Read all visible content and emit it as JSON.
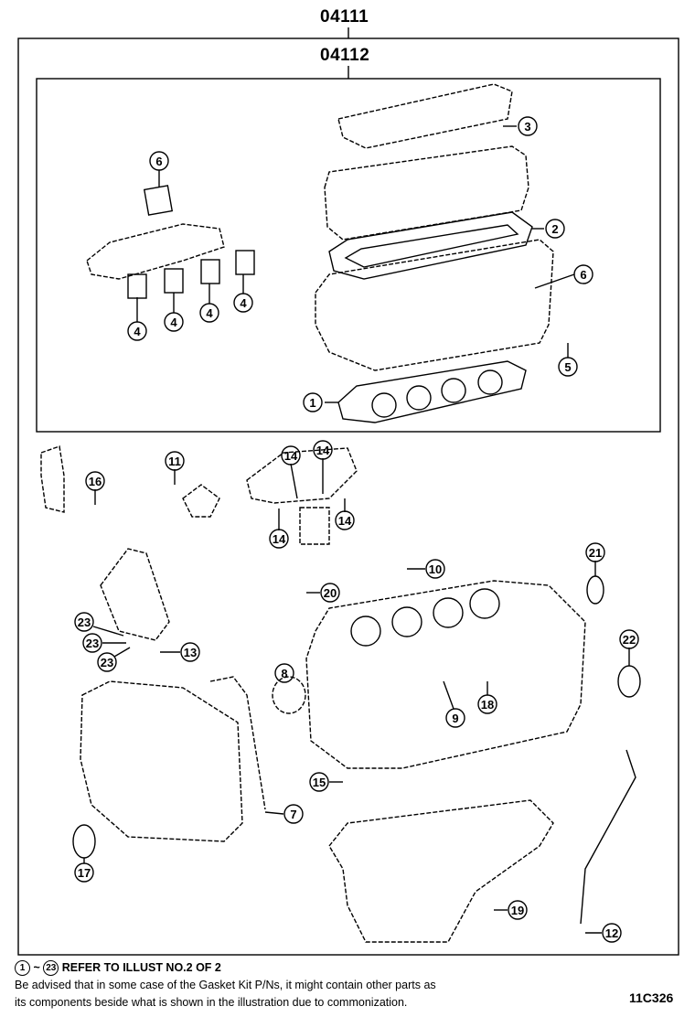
{
  "header": {
    "kit_outer": "04111",
    "kit_inner": "04112"
  },
  "callouts": [
    {
      "num": "1"
    },
    {
      "num": "2"
    },
    {
      "num": "3"
    },
    {
      "num": "4"
    },
    {
      "num": "5"
    },
    {
      "num": "6"
    },
    {
      "num": "7"
    },
    {
      "num": "8"
    },
    {
      "num": "9"
    },
    {
      "num": "10"
    },
    {
      "num": "11"
    },
    {
      "num": "12"
    },
    {
      "num": "13"
    },
    {
      "num": "14"
    },
    {
      "num": "15"
    },
    {
      "num": "16"
    },
    {
      "num": "17"
    },
    {
      "num": "18"
    },
    {
      "num": "19"
    },
    {
      "num": "20"
    },
    {
      "num": "21"
    },
    {
      "num": "22"
    },
    {
      "num": "23"
    }
  ],
  "footer": {
    "range_start": "1",
    "range_sep": "~",
    "range_end": "23",
    "refer_text": "REFER TO ILLUST NO.2 OF 2",
    "notice_line1": "Be advised that in some case of the Gasket Kit P/Ns, it might contain other parts as",
    "notice_line2": "its components beside what is shown in the illustration due to commonization.",
    "illustration_code": "11C326"
  }
}
